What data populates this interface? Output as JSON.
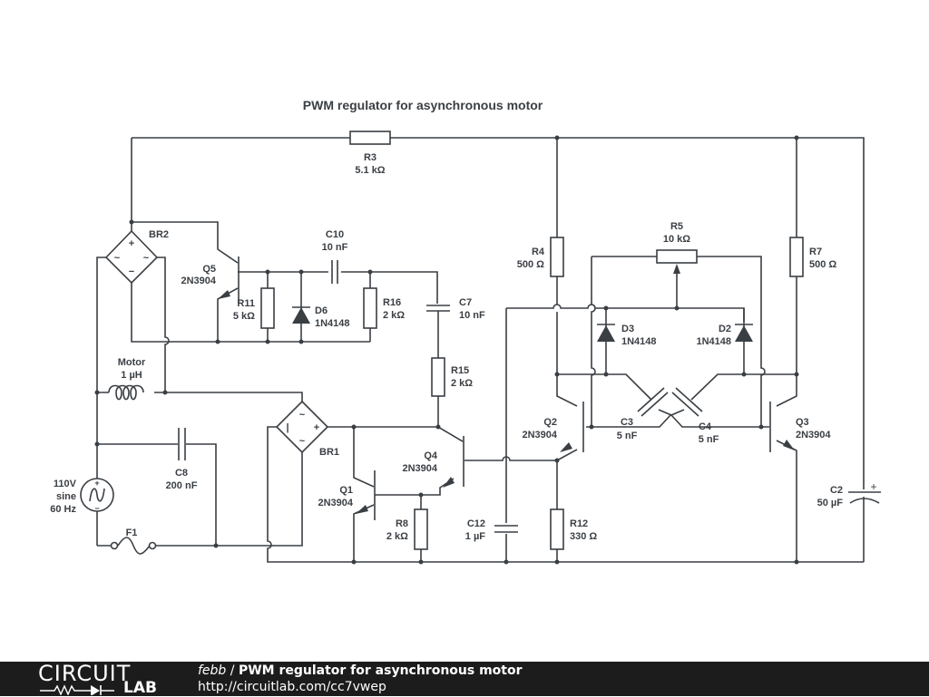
{
  "title": "PWM regulator for asynchronous motor",
  "components": {
    "R3": {
      "ref": "R3",
      "value": "5.1 kΩ"
    },
    "BR2": {
      "ref": "BR2"
    },
    "Q5": {
      "ref": "Q5",
      "model": "2N3904"
    },
    "C10": {
      "ref": "C10",
      "value": "10 nF"
    },
    "R11": {
      "ref": "R11",
      "value": "5 kΩ"
    },
    "D6": {
      "ref": "D6",
      "model": "1N4148"
    },
    "R16": {
      "ref": "R16",
      "value": "2 kΩ"
    },
    "C7": {
      "ref": "C7",
      "value": "10 nF"
    },
    "R15": {
      "ref": "R15",
      "value": "2 kΩ"
    },
    "Motor": {
      "ref": "Motor",
      "value": "1 µH"
    },
    "C8": {
      "ref": "C8",
      "value": "200 nF"
    },
    "V1": {
      "line1": "110V",
      "line2": "sine",
      "line3": "60 Hz"
    },
    "F1": {
      "ref": "F1"
    },
    "BR1": {
      "ref": "BR1"
    },
    "Q1": {
      "ref": "Q1",
      "model": "2N3904"
    },
    "Q4": {
      "ref": "Q4",
      "model": "2N3904"
    },
    "R8": {
      "ref": "R8",
      "value": "2 kΩ"
    },
    "C12": {
      "ref": "C12",
      "value": "1 µF"
    },
    "R4": {
      "ref": "R4",
      "value": "500 Ω"
    },
    "R5": {
      "ref": "R5",
      "value": "10 kΩ"
    },
    "R7": {
      "ref": "R7",
      "value": "500 Ω"
    },
    "D3": {
      "ref": "D3",
      "model": "1N4148"
    },
    "D2": {
      "ref": "D2",
      "model": "1N4148"
    },
    "Q2": {
      "ref": "Q2",
      "model": "2N3904"
    },
    "Q3": {
      "ref": "Q3",
      "model": "2N3904"
    },
    "C3": {
      "ref": "C3",
      "value": "5 nF"
    },
    "C4": {
      "ref": "C4",
      "value": "5 nF"
    },
    "R12": {
      "ref": "R12",
      "value": "330 Ω"
    },
    "C2": {
      "ref": "C2",
      "value": "50 µF"
    }
  },
  "symbols": {
    "plus": "+",
    "minus": "−",
    "tilde": "~",
    "bar": "|"
  },
  "footer": {
    "logo_top": "CIRCUIT",
    "logo_bottom": "LAB",
    "author": "febb",
    "separator": " / ",
    "title": "PWM regulator for asynchronous motor",
    "url": "http://circuitlab.com/cc7vwep"
  }
}
